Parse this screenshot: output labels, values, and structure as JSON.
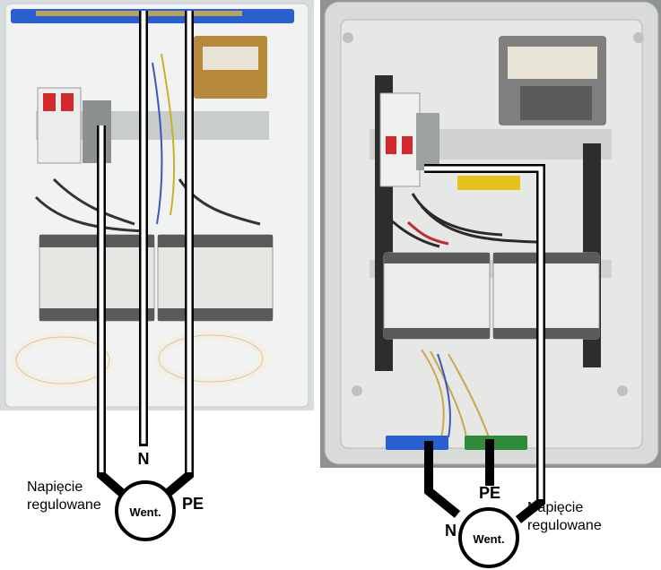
{
  "diagram_left": {
    "fan_label": "Went.",
    "label_n": "N",
    "label_pe": "PE",
    "label_regulated_line1": "Napięcie",
    "label_regulated_line2": "regulowane"
  },
  "diagram_right": {
    "fan_label": "Went.",
    "label_n": "N",
    "label_pe": "PE",
    "label_regulated_line1": "Napięcie",
    "label_regulated_line2": "regulowane"
  },
  "colors": {
    "enclosure_white": "#eceeee",
    "enclosure_grey": "#d6d8d6",
    "din_rail": "#c8ccc8",
    "module_body": "#e4e4e0",
    "transformer": "#b88a3a",
    "terminal_blue": "#2a5fd0",
    "terminal_green": "#2f8a3a",
    "terminal_yellow": "#e6c21e",
    "wire": "#000000"
  }
}
